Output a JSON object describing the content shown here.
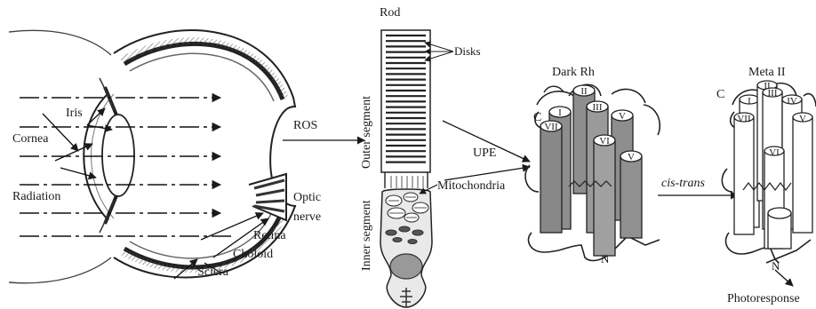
{
  "eye": {
    "labels": {
      "iris": "Iris",
      "cornea": "Cornea",
      "radiation": "Radiation",
      "optic_line1": "Optic",
      "optic_line2": "nerve",
      "retina": "Retina",
      "choloid": "Choloid",
      "sclera": "Sclera"
    }
  },
  "connector": {
    "ros_label": "ROS"
  },
  "rod": {
    "title": "Rod",
    "disks_label": "Disks",
    "outer_segment_label": "Outer segment",
    "inner_segment_label": "Inner segment",
    "mitochondria_label": "Mitochondria",
    "upe_label": "UPE"
  },
  "dark_rh": {
    "title": "Dark Rh",
    "helices": [
      "I",
      "II",
      "III",
      "V",
      "VII",
      "VI",
      "V"
    ],
    "c_label": "C",
    "n_label": "N"
  },
  "transition": {
    "label": "cis-trans"
  },
  "meta_ii": {
    "title": "Meta II",
    "helices": [
      "I",
      "II",
      "III",
      "IV",
      "VII",
      "VI",
      "V"
    ],
    "c_label": "C",
    "n_label": "N",
    "photoresponse_label": "Photoresponse"
  }
}
